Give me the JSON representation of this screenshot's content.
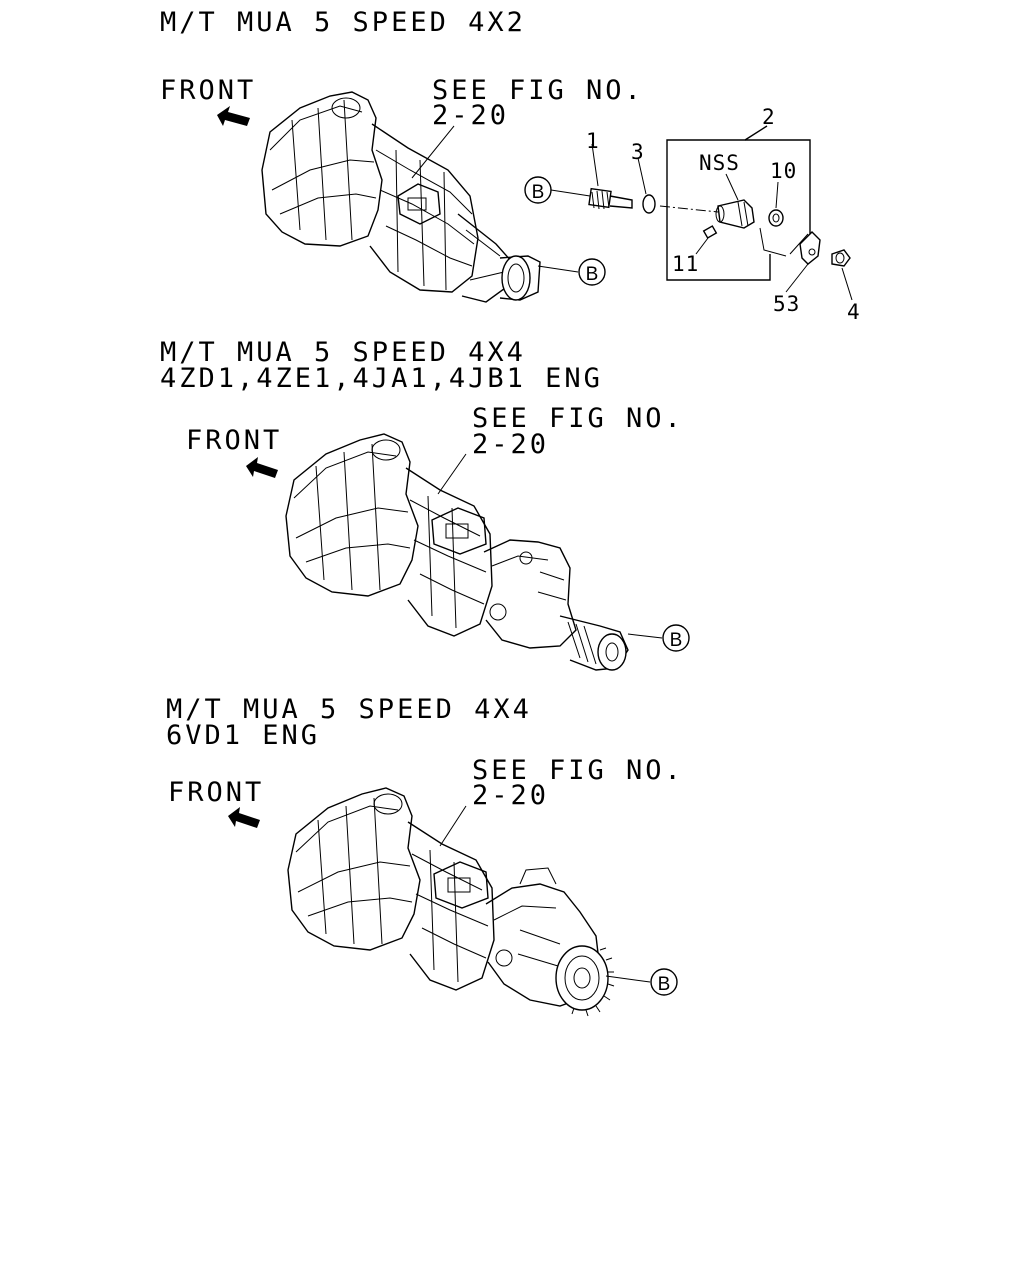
{
  "sections": [
    {
      "title_lines": [
        "M/T MUA 5 SPEED 4X2"
      ],
      "front_label": "FRONT",
      "ref_lines": [
        "SEE FIG NO.",
        "2-20"
      ],
      "callout_b": "B"
    },
    {
      "title_lines": [
        "M/T MUA 5 SPEED 4X4",
        "4ZD1,4ZE1,4JA1,4JB1 ENG"
      ],
      "front_label": "FRONT",
      "ref_lines": [
        "SEE FIG NO.",
        "2-20"
      ],
      "callout_b": "B"
    },
    {
      "title_lines": [
        "M/T MUA 5 SPEED 4X4",
        "6VD1 ENG"
      ],
      "front_label": "FRONT",
      "ref_lines": [
        "SEE FIG NO.",
        "2-20"
      ],
      "callout_b": "B"
    }
  ],
  "detail": {
    "callout_b": "B",
    "nss_label": "NSS",
    "part_numbers": {
      "p1": "1",
      "p2": "2",
      "p3": "3",
      "p4": "4",
      "p10": "10",
      "p11": "11",
      "p53": "53"
    }
  }
}
